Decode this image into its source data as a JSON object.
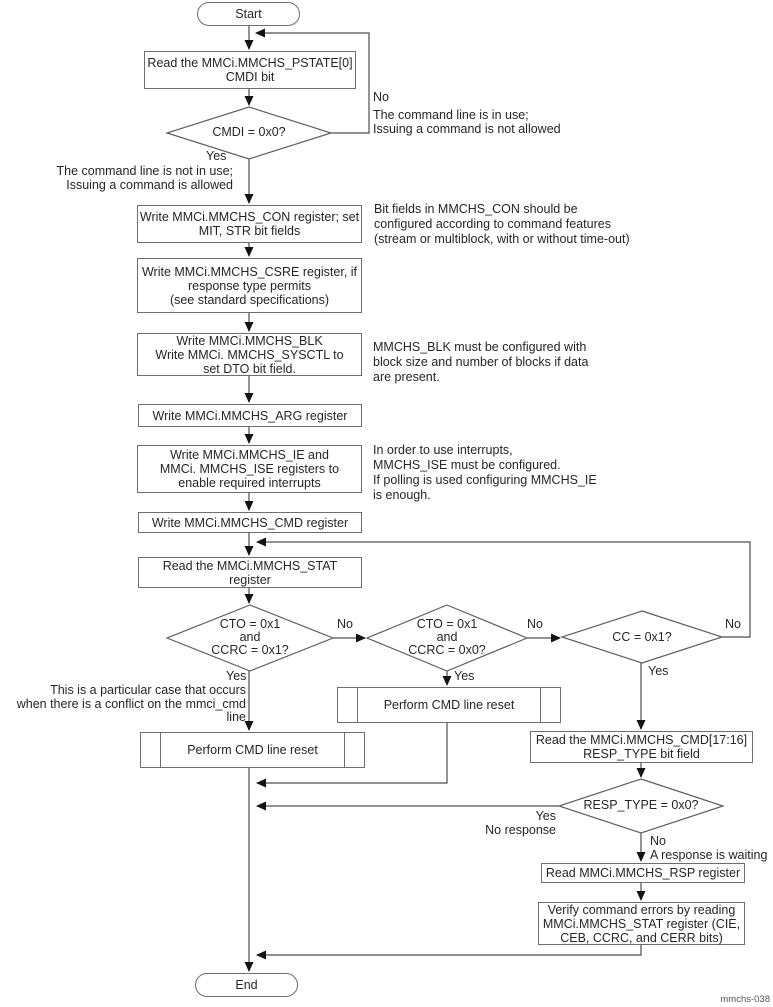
{
  "diagram": {
    "figure_id": "mmchs-038",
    "nodes": {
      "start": {
        "label": "Start"
      },
      "read_pstate": {
        "label": "Read the MMCi.MMCHS_PSTATE[0]\nCMDI bit"
      },
      "cmdi_decision": {
        "label": "CMDI = 0x0?"
      },
      "write_con": {
        "label": "Write MMCi.MMCHS_CON register; set\nMIT, STR bit fields"
      },
      "write_csre": {
        "label": "Write MMCi.MMCHS_CSRE register, if\nresponse type permits\n(see standard specifications)"
      },
      "write_blk": {
        "label": "Write MMCi.MMCHS_BLK\nWrite MMCi. MMCHS_SYSCTL to\nset DTO bit field."
      },
      "write_arg": {
        "label": "Write MMCi.MMCHS_ARG register"
      },
      "write_ie_ise": {
        "label": "Write MMCi.MMCHS_IE and\nMMCi. MMCHS_ISE registers to\nenable required interrupts"
      },
      "write_cmd": {
        "label": "Write MMCi.MMCHS_CMD register"
      },
      "read_stat": {
        "label": "Read the MMCi.MMCHS_STAT\nregister"
      },
      "cto_ccrc1_decision": {
        "label": "CTO = 0x1\nand\nCCRC = 0x1?"
      },
      "cto_ccrc0_decision": {
        "label": "CTO = 0x1\nand\nCCRC = 0x0?"
      },
      "cc_decision": {
        "label": "CC = 0x1?"
      },
      "cmd_reset_mid": {
        "label": "Perform CMD line reset"
      },
      "cmd_reset_left": {
        "label": "Perform CMD line reset"
      },
      "read_cmd_resp_type": {
        "label": "Read the MMCi.MMCHS_CMD[17:16]\nRESP_TYPE bit field"
      },
      "resp_type_decision": {
        "label": "RESP_TYPE = 0x0?"
      },
      "read_rsp": {
        "label": "Read MMCi.MMCHS_RSP register"
      },
      "verify_errors": {
        "label": "Verify command errors by reading\nMMCi.MMCHS_STAT register (CIE,\nCEB, CCRC, and CERR bits)"
      },
      "end": {
        "label": "End"
      }
    },
    "labels": {
      "cmdi_no": "No",
      "cmdi_no_note": "The command line is in use;\nIssuing a command is not allowed",
      "cmdi_yes": "Yes",
      "cmdi_yes_note": "The command line is not in use;\nIssuing a command is allowed",
      "ann_con": "Bit fields in MMCHS_CON should be\nconfigured according to command features\n(stream or multiblock, with or without time-out)",
      "ann_blk": "MMCHS_BLK must be configured with\nblock size and number of blocks if data\nare present.",
      "ann_ie": "In order to use interrupts,\nMMCHS_ISE must be configured.\nIf polling is used configuring MMCHS_IE\nis enough.",
      "cto1_no": "No",
      "cto0_no": "No",
      "cc_no": "No",
      "cto1_yes": "Yes",
      "cto0_yes": "Yes",
      "cc_yes": "Yes",
      "conflict_note": "This is a particular case that occurs\nwhen there is a conflict on the mmci_cmd line",
      "resp_yes_note": "Yes\nNo response",
      "resp_no_note": "No\nA response is waiting"
    },
    "colors": {
      "line": "#4d4d4d",
      "border": "#6e6e6e",
      "arrowhead": "#141414",
      "text": "#262626"
    }
  }
}
